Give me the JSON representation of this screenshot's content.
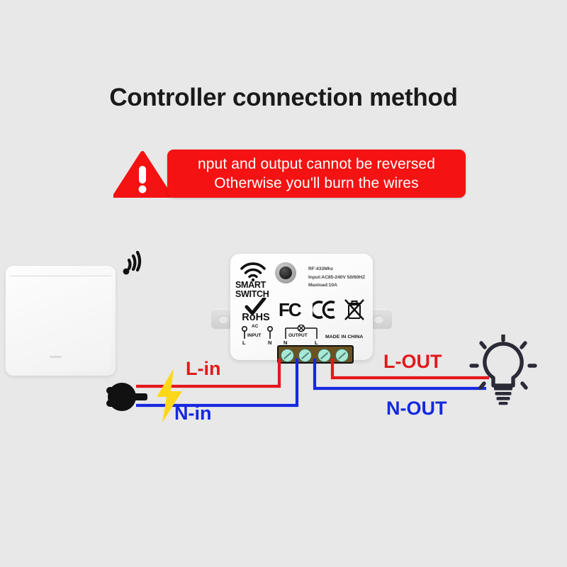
{
  "page": {
    "title": "Controller connection method",
    "background_color": "#e8e8e8"
  },
  "warning": {
    "icon": "warning-triangle-icon",
    "line1": "nput and output cannot be reversed",
    "line2": "Otherwise you'll burn the wires",
    "background_color": "#f41212",
    "text_color": "#ffffff"
  },
  "wall_switch": {
    "name": "wall-switch-panel",
    "rf_icon": "rf-signal-icon"
  },
  "device": {
    "brand_line1": "SMART",
    "brand_line2": "SWITCH",
    "wifi_icon": "wifi-icon",
    "button": "pairing-button",
    "specs": {
      "rf": "RF:433Mhz",
      "input": "Input:AC85-240V 50/60HZ",
      "maxload": "Maxload:10A"
    },
    "certifications": {
      "rohs": "RoHS",
      "fcc": "FC",
      "ce": "CE",
      "weee": "weee-crossed-bin-icon"
    },
    "origin": "MADE IN CHINA",
    "terminal_legend": {
      "ac_label": "AC",
      "input_label": "INPUT",
      "output_label": "OUTPUT",
      "pin1": "L",
      "pin2": "N",
      "pin3": "N",
      "pin4": "L"
    },
    "terminals": [
      {
        "pin": "L",
        "group": "input",
        "wire_color": "#e4181b"
      },
      {
        "pin": "N",
        "group": "input",
        "wire_color": "#1528e0"
      },
      {
        "pin": "N",
        "group": "output",
        "wire_color": "#1528e0"
      },
      {
        "pin": "L",
        "group": "output",
        "wire_color": "#e4181b"
      }
    ],
    "terminal_block_color": "#6b5220",
    "screw_color": "#a9e8d6"
  },
  "wiring": {
    "l_in": {
      "label": "L-in",
      "color": "#e4181b"
    },
    "n_in": {
      "label": "N-in",
      "color": "#1528e0"
    },
    "l_out": {
      "label": "L-OUT",
      "color": "#e4181b"
    },
    "n_out": {
      "label": "N-OUT",
      "color": "#1528e0"
    }
  },
  "icons": {
    "plug": "power-plug-icon",
    "lightning": "lightning-bolt-icon",
    "bulb": "light-bulb-icon"
  }
}
